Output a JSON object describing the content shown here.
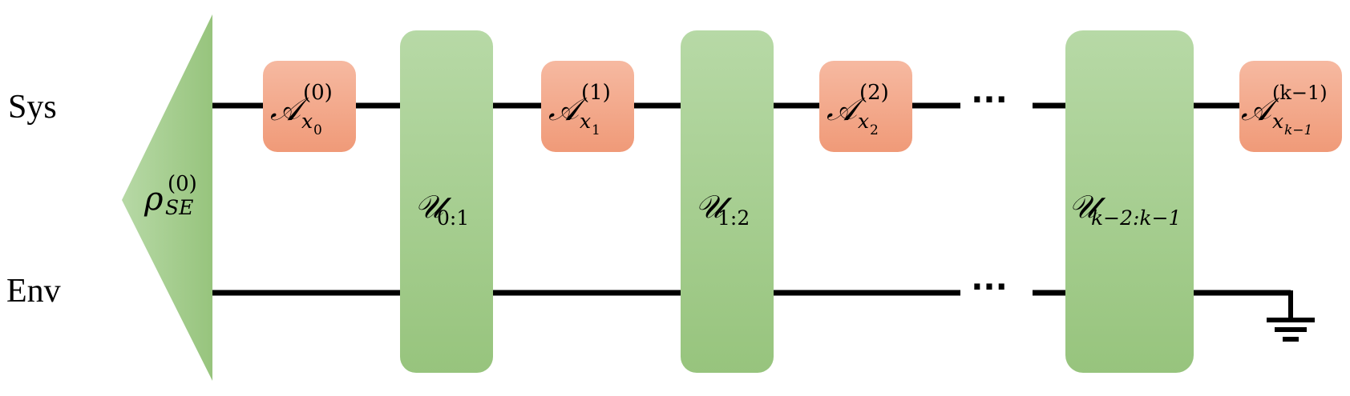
{
  "wires": {
    "system_label": "Sys",
    "environment_label": "Env",
    "ellipsis": "···"
  },
  "initial_state": {
    "symbol": "ρ",
    "superscript": "(0)",
    "subscript": "SE"
  },
  "instruments": [
    {
      "symbol": "𝒜",
      "superscript": "(0)",
      "subscript": "x",
      "subsub": "0"
    },
    {
      "symbol": "𝒜",
      "superscript": "(1)",
      "subscript": "x",
      "subsub": "1"
    },
    {
      "symbol": "𝒜",
      "superscript": "(2)",
      "subscript": "x",
      "subsub": "2"
    },
    {
      "symbol": "𝒜",
      "superscript": "(k−1)",
      "subscript": "x",
      "subsub": "k−1"
    }
  ],
  "unitaries": [
    {
      "symbol": "𝒰",
      "subscript": "0:1"
    },
    {
      "symbol": "𝒰",
      "subscript": "1:2"
    },
    {
      "symbol": "𝒰",
      "subscript": "k−2:k−1"
    }
  ],
  "colors": {
    "unitary_fill_top": "#b7d9a6",
    "unitary_fill_bottom": "#97c47d",
    "instrument_fill_top": "#f6b9a1",
    "instrument_fill_bottom": "#f09a78",
    "wire": "#000000"
  },
  "environment_end": "ground-icon"
}
